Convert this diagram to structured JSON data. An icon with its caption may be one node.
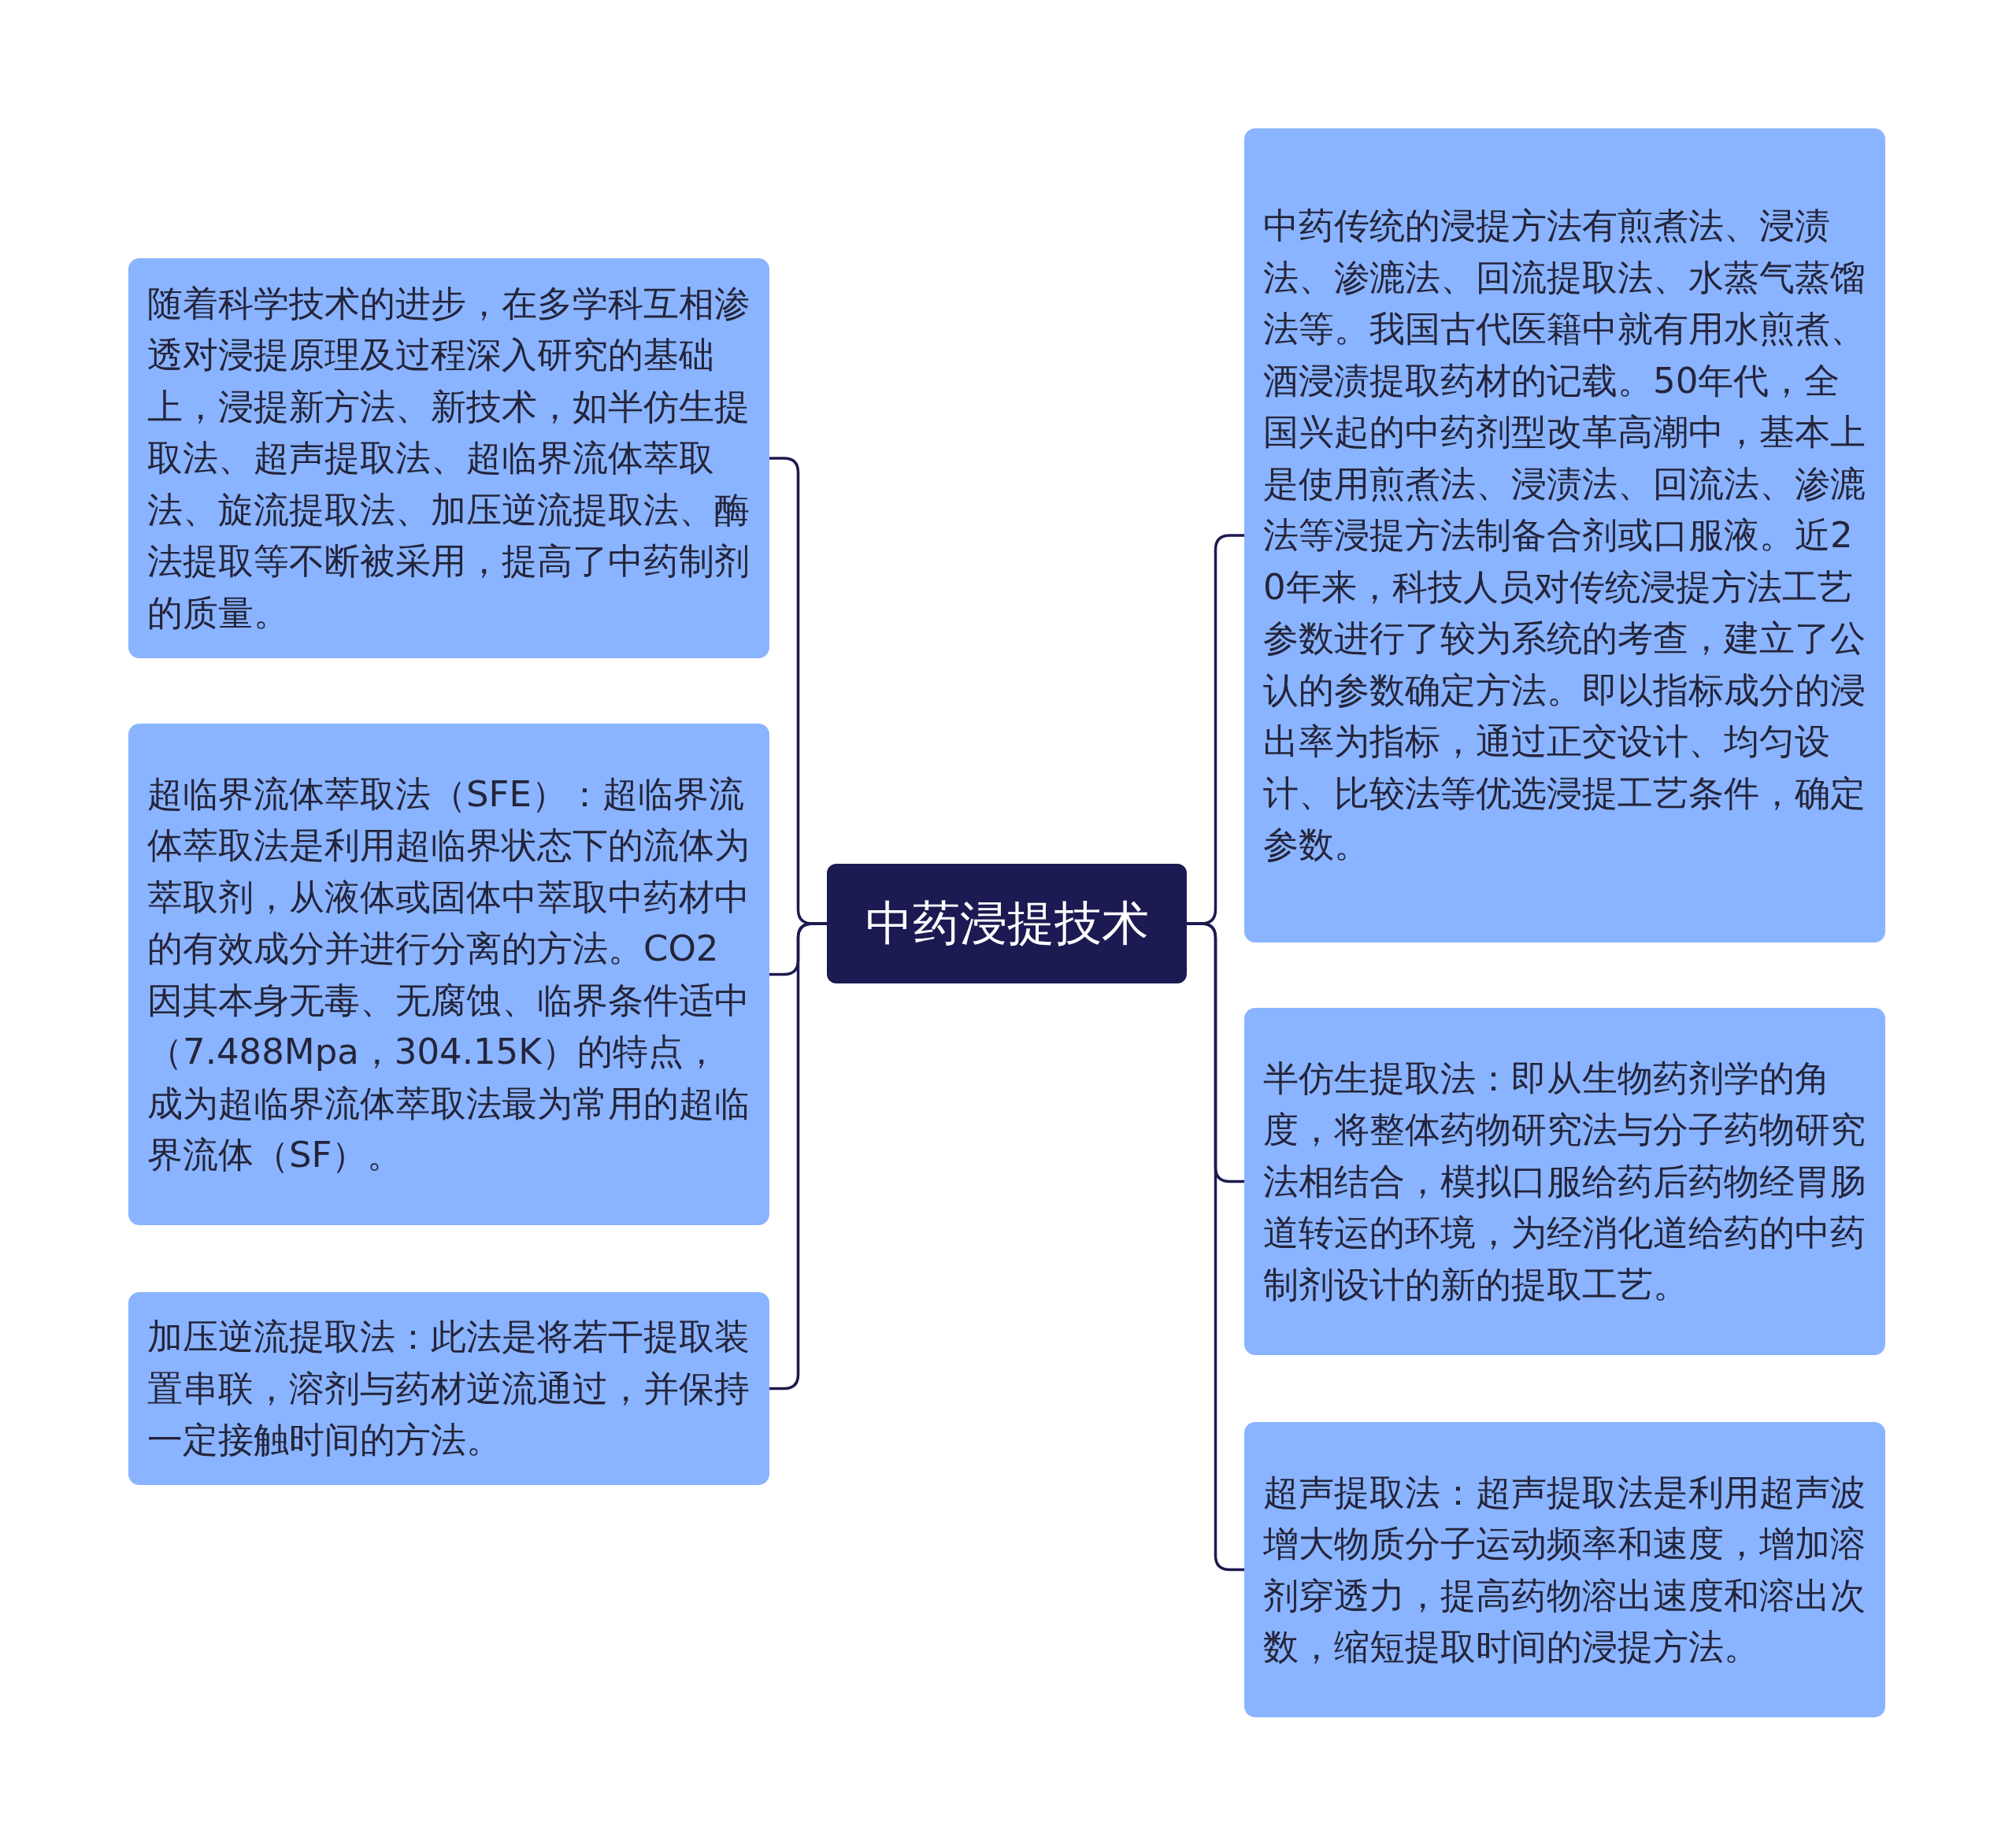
{
  "diagram": {
    "nodes": [
      {
        "text": [
          "中药浸提技术"
        ]
      },
      {
        "text": [
          "随着科学技术的进步，在多学科互相渗透对浸提原理及过程深入研究的基础上，浸提新方法、新技术，如半仿生提取法、超声提取法、超临界流体萃取法、旋流提取法、加压逆流提取法、酶法提取等不断被采用，提高了中药制剂的质量。"
        ]
      },
      {
        "text": [
          "超临界流体萃取法（SFE）：超临界流体萃取法是利用超临界状态下的流体为萃取剂，从液体或固体中萃取中药材中的有效成分并进行分离的方法。CO2因其本身无毒、无腐蚀、临界条件适中（7.488Mpa，304.15K）的特点，成为超临界流体萃取法最为常用的超临界流体（SF）。"
        ]
      },
      {
        "text": [
          "加压逆流提取法：此法是将若干提取装置串联，溶剂与药材逆流通过，并保持一定接触时间的方法。"
        ]
      },
      {
        "text": [
          "中药传统的浸提方法有煎煮法、浸渍法、渗漉法、回流提取法、水蒸气蒸馏法等。我国古代医籍中就有用水煎煮、酒浸渍提取药材的记载。50年代，全国兴起的中药剂型改革高潮中，基本上是使用煎煮法、浸渍法、回流法、渗漉法等浸提方法制备合剂或口服液。近20年来，科技人员对传统浸提方法工艺参数进行了较为系统的考查，建立了公认的参数确定方法。即以指标成分的浸出率为指标，通过正交设计、均匀设计、比较法等优选浸提工艺条件，确定参数。"
        ]
      },
      {
        "text": [
          "半仿生提取法：即从生物药剂学的角度，将整体药物研究法与分子药物研究法相结合，模拟口服给药后药物经胃肠道转运的环境，为经消化道给药的中药制剂设计的新的提取工艺。"
        ]
      },
      {
        "text": [
          "超声提取法：超声提取法是利用超声波增大物质分子运动频率和速度，增加溶剂穿透力，提高药物溶出速度和溶出次数，缩短提取时间的浸提方法。"
        ]
      }
    ],
    "edges": [
      {
        "from": 0,
        "to": 1,
        "arrow": "none"
      },
      {
        "from": 0,
        "to": 2,
        "arrow": "none"
      },
      {
        "from": 0,
        "to": 3,
        "arrow": "none"
      },
      {
        "from": 0,
        "to": 4,
        "arrow": "none"
      },
      {
        "from": 0,
        "to": 5,
        "arrow": "none"
      },
      {
        "from": 0,
        "to": 6,
        "arrow": "none"
      }
    ]
  }
}
